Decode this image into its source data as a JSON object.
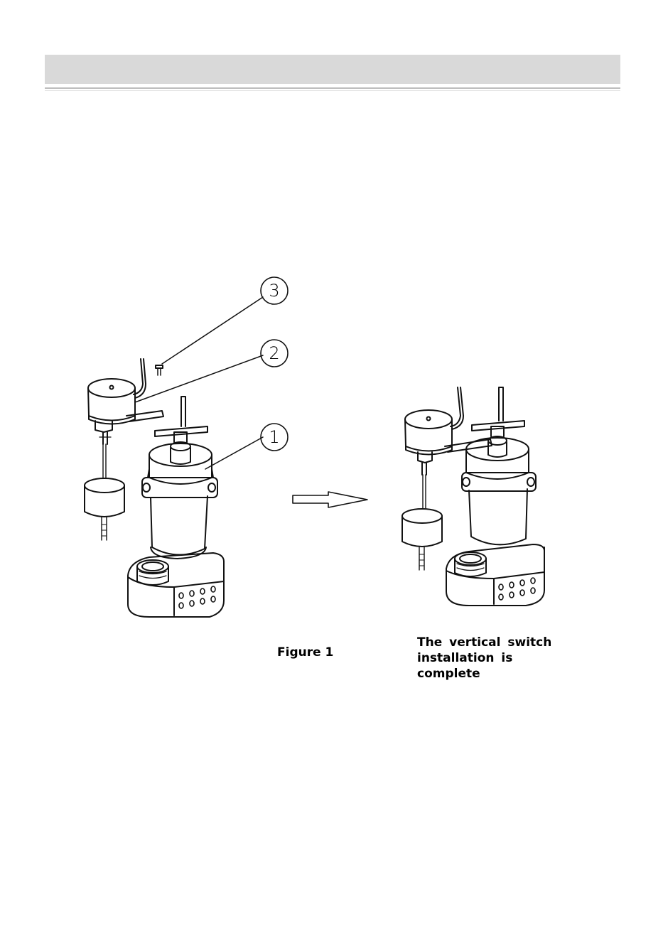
{
  "callouts": [
    "3",
    "2",
    "1"
  ],
  "captions": {
    "figure": "Figure 1",
    "complete_line1": "The  vertical  switch",
    "complete_line2": "installation  is  complete"
  }
}
